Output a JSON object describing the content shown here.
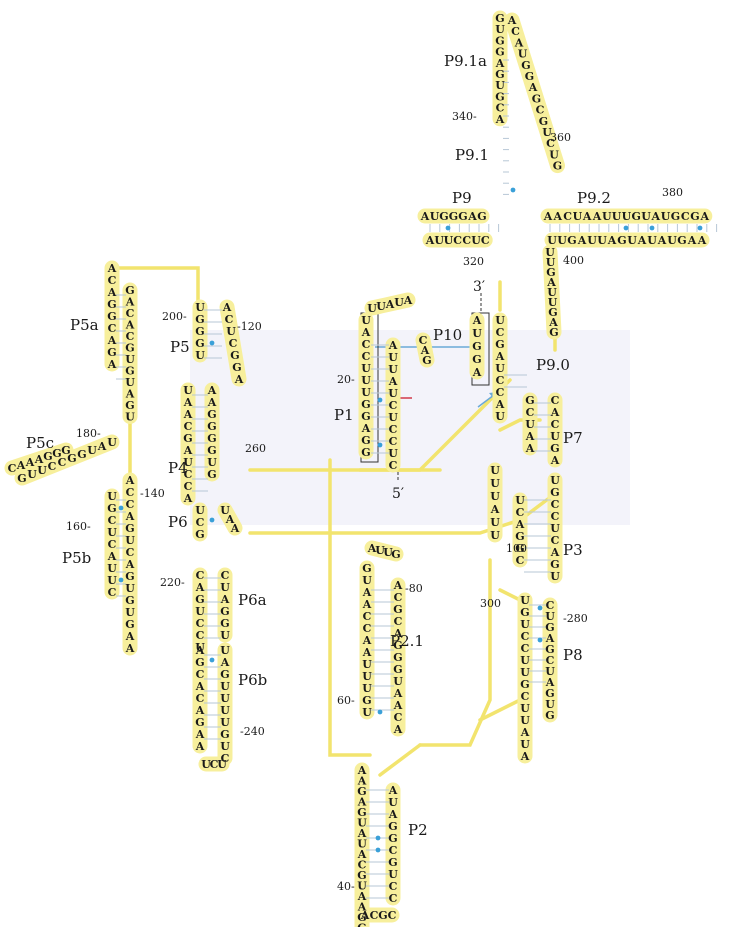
{
  "colors": {
    "backbone": "#f5ea7a",
    "halo": "#f7ef9c",
    "pair": "#b7c7d6",
    "gu_dot": "#3aa0d8",
    "arrow": "#d23a4a",
    "p10_link": "#6aa9d8",
    "shade": "#e6e6f3"
  },
  "labels": {
    "P1": "P1",
    "P2": "P2",
    "P2_1": "P2.1",
    "P3": "P3",
    "P4": "P4",
    "P5": "P5",
    "P5a": "P5a",
    "P5b": "P5b",
    "P5c": "P5c",
    "P6": "P6",
    "P6a": "P6a",
    "P6b": "P6b",
    "P7": "P7",
    "P8": "P8",
    "P9": "P9",
    "P9_0": "P9.0",
    "P9_1": "P9.1",
    "P9_1a": "P9.1a",
    "P9_2": "P9.2",
    "P10": "P10"
  },
  "numbers": {
    "n20": "20-",
    "n40": "40-",
    "n60": "60-",
    "n80": "-80",
    "n100": "100",
    "n120": "-120",
    "n140": "-140",
    "n160": "160-",
    "n180": "180-",
    "n200": "200-",
    "n220": "220-",
    "n240": "-240",
    "n260": "260",
    "n280": "-280",
    "n300": "300",
    "n320": "320",
    "n340": "340-",
    "n360": "360",
    "n380": "380",
    "n400": "400"
  },
  "termini": {
    "five_prime": "5′",
    "three_prime": "3′"
  },
  "strands": {
    "P9_1_left": "GUGGAGUGCA",
    "P9_1_right": "ACAUGGAGCGUCUG",
    "P9_left_top": "AUGGGAG",
    "P9_left_bottom": "AUUCCUC",
    "P9_2_top": "AACUAAUUUGUAUGCGA",
    "P9_2_bottom": "UUGAUUAGUAUAUGAA",
    "P9_tail": "UUGAUUGAG",
    "P5a_left": "ACAGGCAGA",
    "P5a_right": "GACACGUGUAGU",
    "P5c_loop": "CAAAGGG",
    "P5c_close": "GUUCCGGUAU",
    "P5b_left": "UGCUCAUUC",
    "P5b_right": "ACCAGUCAGUGUGAA",
    "P5_left": "UGGGU",
    "P5_right": "ACUCGGA",
    "P4_left": "UAACGAUCCA",
    "P4_right": "AAGGGGUG",
    "P6_left": "UCG",
    "P6_right": "UAA",
    "P6a_left": "CAGUCCU",
    "P6a_right": "CUAGGU",
    "P6b_left": "AGCACAGAA",
    "P6b_right": "UAGUUUUGUC",
    "P6b_loop": "UCU",
    "P1_boxed": "UACCUUUGGAGG",
    "P1_right": "AUUAUCUCCUC",
    "P1_loop": "UUAUA",
    "P10_strand": "CAG",
    "P10_box": "AUGGA",
    "P9_0": "UCGAUCCAU",
    "P7_left": "GCUAA",
    "P7_right": "CACUGA",
    "P3_left": "UUUAUU",
    "P3_right": "UGCCUCAGU",
    "P3_mid": "UCAGGC",
    "P8_left": "UGUCCUUGCUUAUA",
    "P8_right": "CUGAGCUAGUG",
    "P2_1_loop": "AUUG",
    "P2_1_left": "GUAACCAAUUUGU",
    "P2_1_right": "ACGCAGGGUAACA",
    "P2_left": "AAGAGUAUACGUAAGG",
    "P2_right": "AUAGGCGUCC",
    "P2_loop": "ACGC"
  }
}
